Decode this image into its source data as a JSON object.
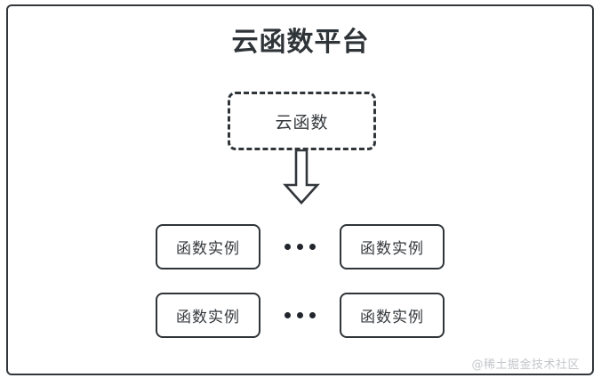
{
  "diagram": {
    "title": "云函数平台",
    "frame": {
      "border_color": "#33373b"
    },
    "cloud_function": {
      "label": "云函数",
      "border_style": "dashed",
      "border_color": "#2f3438"
    },
    "arrow": {
      "icon": "down-block-arrow-icon",
      "direction": "down",
      "color": "#33373b"
    },
    "instance_rows": [
      {
        "left_box": "函数实例",
        "ellipsis": "•••",
        "right_box": "函数实例"
      },
      {
        "left_box": "函数实例",
        "ellipsis": "•••",
        "right_box": "函数实例"
      }
    ],
    "watermark": "@稀土掘金技术社区"
  }
}
